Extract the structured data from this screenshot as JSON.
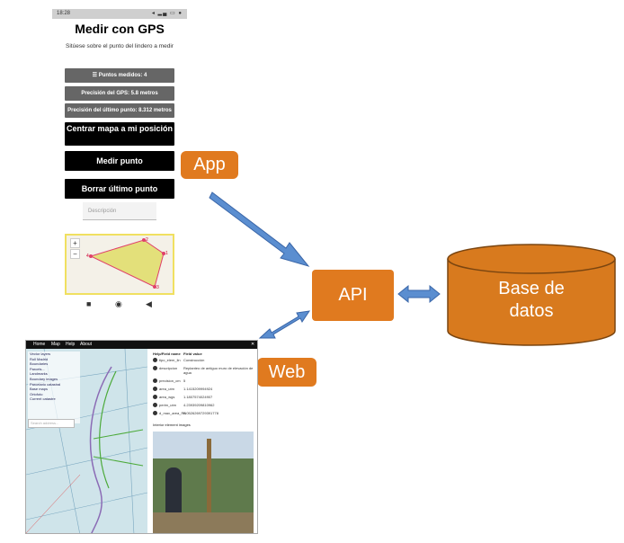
{
  "phone": {
    "status_time": "18:28",
    "title": "Medir con GPS",
    "subtitle": "Sitúese sobre el punto del lindero a medir",
    "points_measured": "Puntos medidos: 4",
    "gps_precision": "Precisión del GPS: 5.8 metros",
    "last_point_precision": "Precisión del último punto: 8.312 metros",
    "center_map_btn": "Centrar mapa a mi posición",
    "measure_btn": "Medir punto",
    "delete_btn": "Borrar último punto",
    "description_placeholder": "Descripción",
    "map_zoom_in": "+",
    "map_zoom_out": "−",
    "map_points": [
      "1",
      "2",
      "3",
      "4"
    ]
  },
  "diagram": {
    "app_label": "App",
    "api_label": "API",
    "web_label": "Web",
    "db_line1": "Base de",
    "db_line2": "datos",
    "colors": {
      "accent": "#e07a1f",
      "db": "#d87a1e",
      "arrow": "#5b8ed0"
    }
  },
  "web": {
    "menu": [
      "Home",
      "Map",
      "Help",
      "About"
    ],
    "layers": [
      "Vector layers",
      "Roll Madrid",
      "Boundaries",
      "Parcels...",
      "Landmarks",
      "Boundary images",
      "Parcelario catastral",
      "Base maps",
      "Ortofoto",
      "Current catastre"
    ],
    "search_placeholder": "Search address...",
    "table_headers": [
      "Help/Field name",
      "Field value"
    ],
    "table_rows": [
      [
        "tipo_elem_lin",
        "Construcción"
      ],
      [
        "descripcion",
        "Replanteo de antiguo muro de elevación de agua"
      ],
      [
        "precision_cm",
        "5"
      ],
      [
        "area_utm",
        "1.1415209994924"
      ],
      [
        "area_wgs",
        "1.1807574024907"
      ],
      [
        "perim_utm",
        "4.23939209810962"
      ],
      [
        "d_max_area_RN",
        "0.0526269729391778"
      ]
    ],
    "images_header": "Interior element images"
  }
}
